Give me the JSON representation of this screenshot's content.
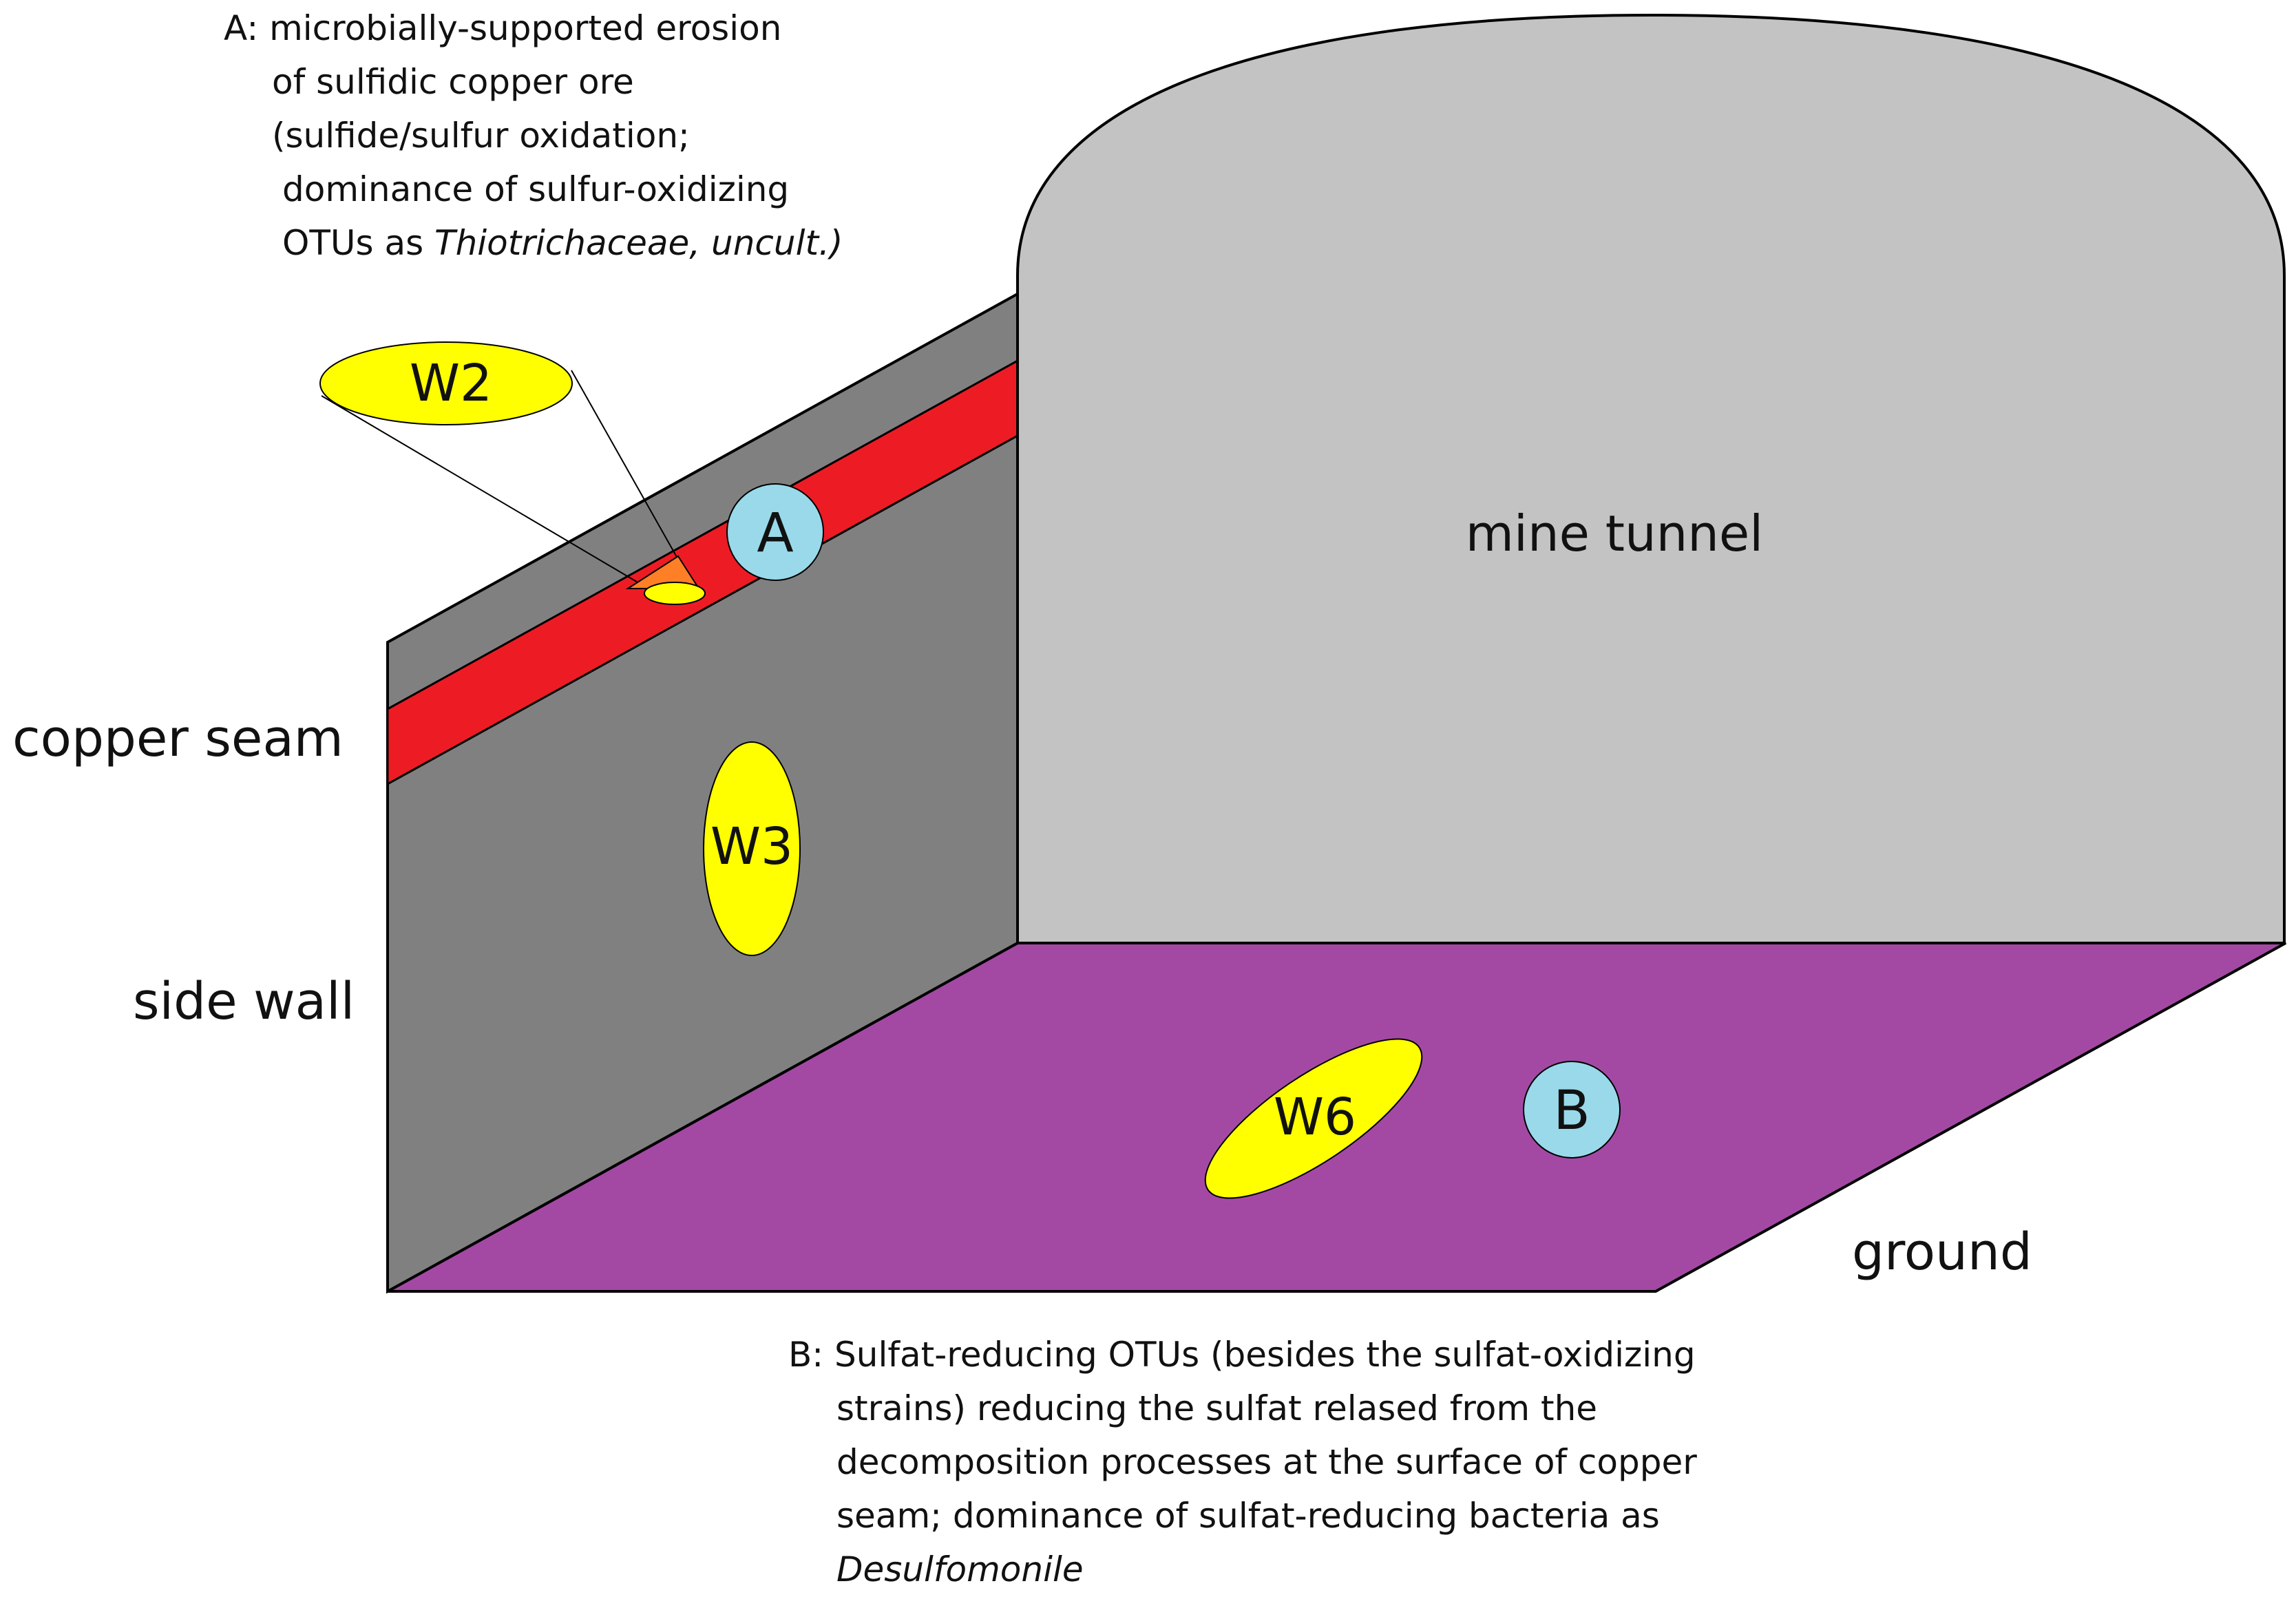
{
  "labels": {
    "copper_seam": "copper seam",
    "side_wall": "side wall",
    "mine_tunnel": "mine tunnel",
    "ground": "ground"
  },
  "samples": {
    "w2": "W2",
    "w3": "W3",
    "w6": "W6"
  },
  "markers": {
    "a": "A",
    "b": "B"
  },
  "annotation_a": {
    "line1": "A: microbially-supported erosion",
    "line2": "of sulfidic copper ore",
    "line3": "(sulfide/sulfur oxidation;",
    "line4": "dominance of sulfur-oxidizing",
    "line5_prefix": "OTUs as ",
    "line5_italic": "Thiotrichaceae, uncult.)"
  },
  "annotation_b": {
    "line1": "B: Sulfat-reducing OTUs (besides the sulfat-oxidizing",
    "line2": "strains) reducing the sulfat relased from the",
    "line3": "decomposition processes at the surface of copper",
    "line4": "seam; dominance of sulfat-reducing bacteria as",
    "line5_italic": "Desulfomonile"
  },
  "colors": {
    "side_wall": "#808080",
    "copper_seam": "#ed1c24",
    "tunnel": "#c3c3c3",
    "ground": "#a349a4",
    "sample": "#ffff00",
    "marker": "#99d9ea",
    "ore_spot": "#ff7f27"
  }
}
